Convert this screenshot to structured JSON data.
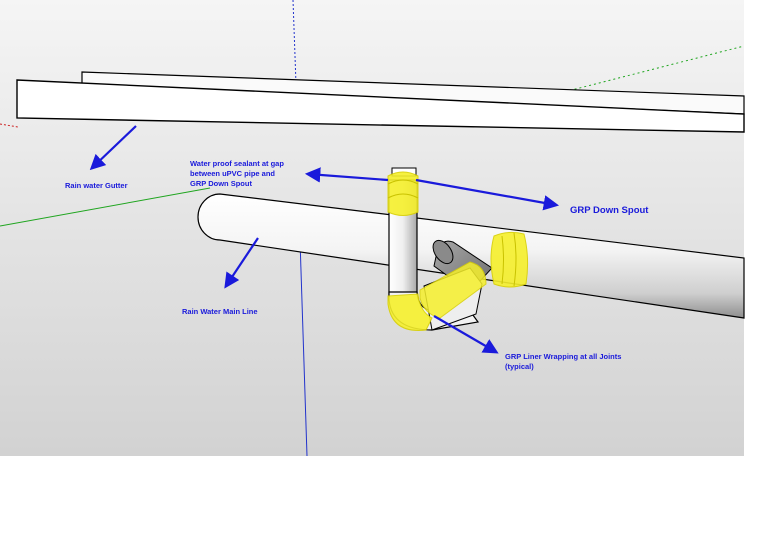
{
  "annotations": {
    "gutter": "Rain water Gutter",
    "sealant_line1": "Water proof sealant at gap",
    "sealant_line2": "between uPVC pipe and",
    "sealant_line3": "GRP Down Spout",
    "downspout": "GRP Down Spout",
    "mainline": "Rain Water Main Line",
    "wrap_line1": "GRP Liner Wrapping at all Joints",
    "wrap_line2": "(typical)"
  },
  "colors": {
    "viewport_bg_top": "#f4f4f4",
    "viewport_bg_bottom": "#d3d3d3",
    "annotation": "#1a1adb",
    "wrapping": "#f4f02c",
    "axis_green": "#1fa51f",
    "axis_blue": "#2233cc",
    "axis_red": "#cc2222"
  },
  "icons": {
    "arrow": "arrow-icon"
  }
}
